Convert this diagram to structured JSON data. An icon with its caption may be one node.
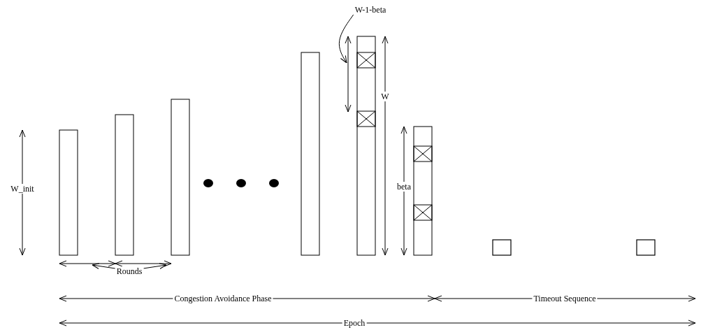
{
  "diagram": {
    "nodes": [
      {
        "text": [
          "W-1-beta"
        ]
      },
      {
        "text": [],
        "shape": "bar"
      },
      {
        "text": [],
        "shape": "bar"
      },
      {
        "text": [],
        "shape": "bar"
      },
      {
        "text": [],
        "shape": "bar"
      },
      {
        "text": [],
        "shape": "bar"
      },
      {
        "text": [],
        "shape": "bar"
      },
      {
        "text": [],
        "shape": "box"
      },
      {
        "text": [],
        "shape": "box"
      },
      {
        "text": [
          "Rounds"
        ]
      },
      {
        "text": [],
        "shape": "line"
      },
      {
        "text": [],
        "shape": "line"
      },
      {
        "text": [],
        "shape": "line"
      }
    ],
    "edges": [
      {
        "from": 0,
        "to": 10,
        "arrow": "to"
      },
      {
        "from": 9,
        "to": 11,
        "arrow": "to"
      },
      {
        "from": 9,
        "to": 12,
        "arrow": "to"
      }
    ],
    "labels": [
      "W",
      "W_init",
      "beta",
      "Congestion Avoidance Phase",
      "Timeout Sequence",
      "Epoch"
    ]
  }
}
